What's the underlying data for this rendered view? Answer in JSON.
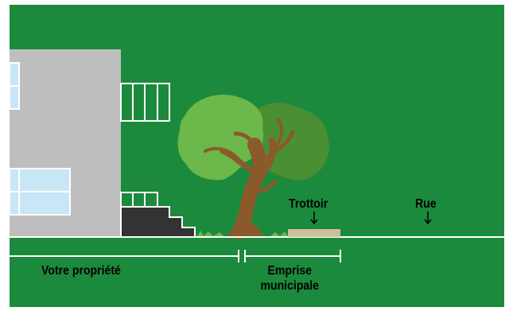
{
  "colors": {
    "background": "#1c8a3c",
    "frame": "#ffffff",
    "house_wall": "#bebebe",
    "window_glass": "#c8e6f6",
    "stairs": "#333333",
    "ground_line": "#ffffff",
    "sidewalk": "#cdbf9b",
    "trunk": "#8b5a2b",
    "foliage_light": "#6cb84a",
    "foliage_dark": "#4a8f34",
    "label_text": "#000000"
  },
  "labels": {
    "sidewalk": "Trottoir",
    "street": "Rue",
    "property": "Votre propriété",
    "municipal_right_of_way": "Emprise municipale"
  },
  "icons": {
    "sidewalk_marker": "down-arrow-icon",
    "street_marker": "down-arrow-icon"
  }
}
